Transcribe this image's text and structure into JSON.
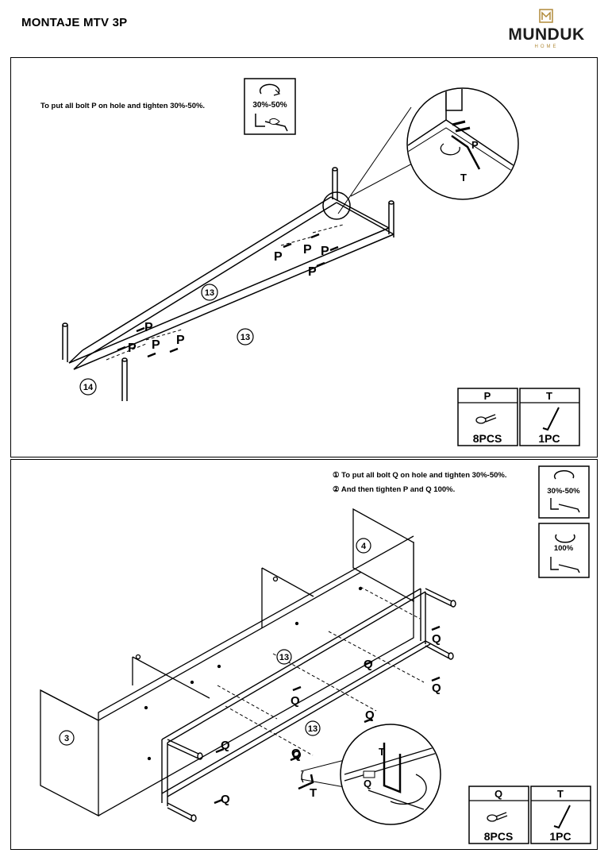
{
  "header": {
    "title": "MONTAJE MTV 3P",
    "brand": {
      "name": "MUNDUK",
      "sub": "HOME",
      "gold": "#b08a3a"
    }
  },
  "step1": {
    "instruction": "To put all bolt P on hole and tighten 30%-50%.",
    "torque_label": "30%-50%",
    "part_numbers": {
      "side_rail_top": "13",
      "side_rail_bottom": "13",
      "end_rail": "14"
    },
    "bolt_letter": "P",
    "tool_letter": "T",
    "parts_table": [
      {
        "letter": "P",
        "qty": "8PCS"
      },
      {
        "letter": "T",
        "qty": "1PC"
      }
    ]
  },
  "step2": {
    "instruction_1": "To put all bolt Q on hole and tighten 30%-50%.",
    "instruction_2": "And then tighten P and Q 100%.",
    "marker_1": "①",
    "marker_2": "②",
    "torque_label_1": "30%-50%",
    "torque_label_2": "100%",
    "part_numbers": {
      "side_panel_right": "4",
      "side_panel_left": "3",
      "frame_top": "13",
      "frame_bottom": "13"
    },
    "bolt_letter": "Q",
    "tool_letter": "T",
    "parts_table": [
      {
        "letter": "Q",
        "qty": "8PCS"
      },
      {
        "letter": "T",
        "qty": "1PC"
      }
    ]
  }
}
